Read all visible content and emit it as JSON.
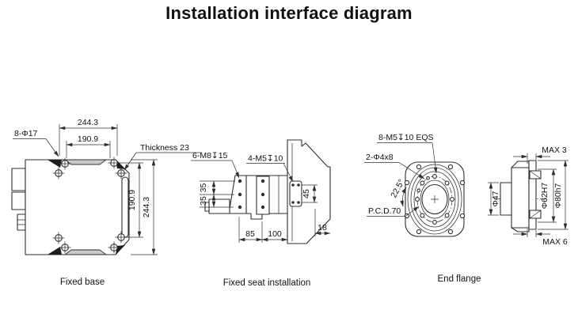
{
  "title": "Installation interface diagram",
  "fixed_base": {
    "caption": "Fixed base",
    "hole_callout": "8-Φ17",
    "thickness_callout": "Thickness 23",
    "dim_top_outer": "244.3",
    "dim_top_inner": "190.9",
    "dim_side_inner": "190.9",
    "dim_side_outer": "244.3"
  },
  "fixed_seat": {
    "caption": "Fixed seat installation",
    "base_bolts_callout": "6-M8↧15",
    "flange_bolts_callout": "4-M5↧10",
    "dim_hole_pitch_upper": "35",
    "dim_hole_pitch_lower": "35",
    "dim_flange_pitch": "45",
    "dim_offset": "18",
    "dim_span_left": "85",
    "dim_span_right": "100"
  },
  "end_flange": {
    "caption": "End flange",
    "bolt_callout": "8-M5↧10 EQS",
    "pin_callout": "2-Φ4x8",
    "angle_callout": "22.5°",
    "pitch_circle_callout": "P.C.D.70",
    "dim_hub": "Φ47",
    "dim_max_top": "MAX 3",
    "dim_spigot": "Φ62H7",
    "dim_flange": "Φ80h7",
    "dim_max_bottom": "MAX 6"
  },
  "colors": {
    "line": "#2f2f2f",
    "text": "#111111",
    "background": "#ffffff"
  }
}
